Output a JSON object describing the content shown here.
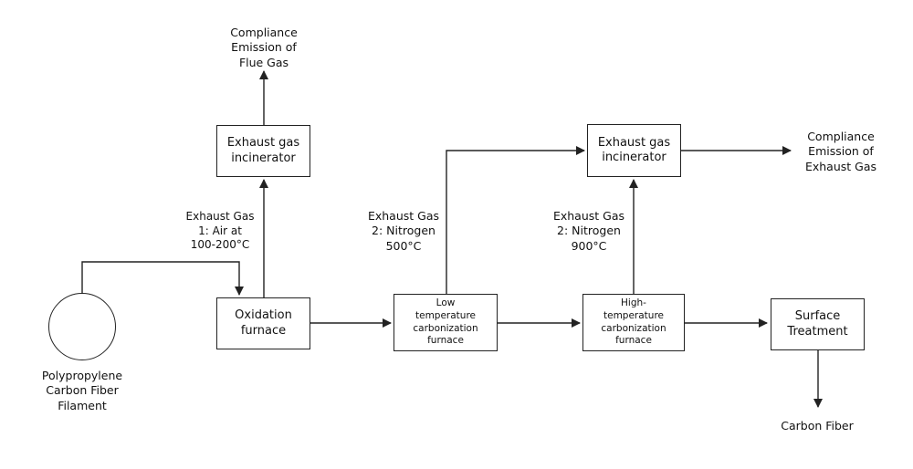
{
  "nodes": {
    "filament": "Polypropylene\nCarbon Fiber\nFilament",
    "oxidation": "Oxidation\nfurnace",
    "incinerator_1": "Exhaust gas\nincinerator",
    "low_temp": "Low\ntemperature\ncarbonization\nfurnace",
    "high_temp": "High-\ntemperature\ncarbonization\nfurnace",
    "incinerator_2": "Exhaust gas\nincinerator",
    "surface": "Surface\nTreatment"
  },
  "labels": {
    "flue_gas": "Compliance\nEmission of\nFlue Gas",
    "exhaust_gas_1": "Exhaust Gas\n1: Air at\n100-200°C",
    "exhaust_gas_2_low": "Exhaust Gas\n2: Nitrogen\n500°C",
    "exhaust_gas_2_high": "Exhaust Gas\n2: Nitrogen\n900°C",
    "exhaust_emission": "Compliance\nEmission of\nExhaust Gas",
    "carbon_fiber": "Carbon Fiber"
  }
}
